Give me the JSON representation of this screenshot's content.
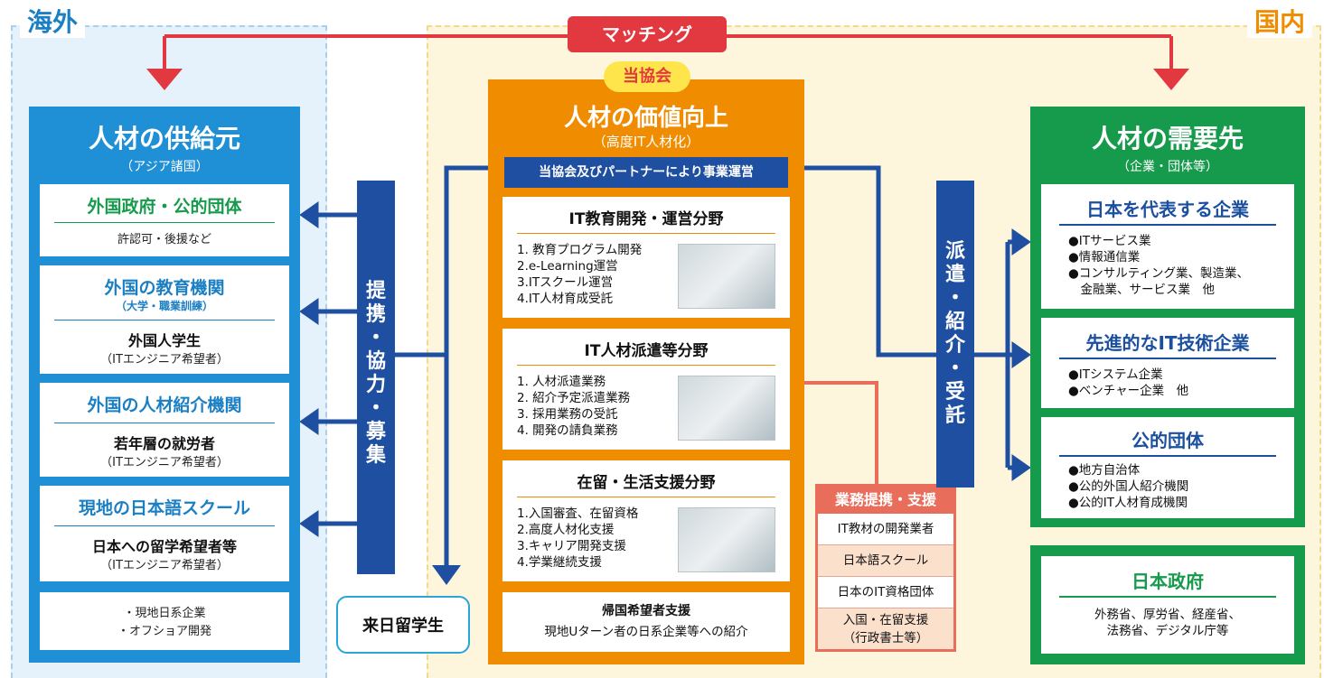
{
  "regions": {
    "overseas": "海外",
    "domestic": "国内"
  },
  "matching": "マッチング",
  "supply": {
    "title": "人材の供給元",
    "subtitle": "（アジア諸国）",
    "cards": [
      {
        "title": "外国政府・公的団体",
        "body": "許認可・後援など"
      },
      {
        "title": "外国の教育機関",
        "note": "（大学・職業訓練）",
        "main": "外国人学生",
        "sub": "（ITエンジニア希望者）"
      },
      {
        "title": "外国の人材紹介機関",
        "main": "若年層の就労者",
        "sub": "（ITエンジニア希望者）"
      },
      {
        "title": "現地の日本語スクール",
        "main": "日本への留学希望者等",
        "sub": "（ITエンジニア希望者）"
      }
    ],
    "bottom": [
      "・現地日系企業",
      "・オフショア開発"
    ]
  },
  "cooperate_bar": [
    "提",
    "携",
    "・",
    "協",
    "力",
    "・",
    "募",
    "集"
  ],
  "students": "来日留学生",
  "association": {
    "badge": "当協会",
    "title": "人材の価値向上",
    "subtitle": "（高度IT人材化）",
    "operated_by": "当協会及びパートナーにより事業運営",
    "fields": [
      {
        "title": "IT教育開発・運営分野",
        "items": [
          "1. 教育プログラム開発",
          "2.e-Learning運営",
          "3.ITスクール運営",
          "4.IT人材育成受託"
        ]
      },
      {
        "title": "IT人材派遣等分野",
        "items": [
          "1. 人材派遣業務",
          "2. 紹介予定派遣業務",
          "3. 採用業務の受託",
          "4. 開発の請負業務"
        ]
      },
      {
        "title": "在留・生活支援分野",
        "items": [
          "1.入国審査、在留資格",
          "2.高度人材化支援",
          "3.キャリア開発支援",
          "4.学業継続支援"
        ]
      }
    ],
    "return": {
      "title": "帰国希望者支援",
      "body": "現地Uターン者の日系企業等への紹介"
    }
  },
  "partners": {
    "title": "業務提携・支援",
    "rows": [
      "IT教材の開発業者",
      "日本語スクール",
      "日本のIT資格団体",
      "入国・在留支援",
      "（行政書士等）"
    ]
  },
  "dispatch_bar": [
    "派",
    "遣",
    "・",
    "紹",
    "介",
    "・",
    "受",
    "託"
  ],
  "demand": {
    "title": "人材の需要先",
    "subtitle": "（企業・団体等）",
    "cards": [
      {
        "title": "日本を代表する企業",
        "items": [
          "●ITサービス業",
          "●情報通信業",
          "●コンサルティング業、製造業、",
          "　金融業、サービス業　他"
        ]
      },
      {
        "title": "先進的なIT技術企業",
        "items": [
          "●ITシステム企業",
          "●ベンチャー企業　他"
        ]
      },
      {
        "title": "公的団体",
        "items": [
          "●地方自治体",
          "●公的外国人紹介機関",
          "●公的IT人材育成機関"
        ]
      }
    ],
    "government": {
      "title": "日本政府",
      "lines": [
        "外務省、厚労省、経産省、",
        "法務省、デジタル庁等"
      ]
    }
  },
  "colors": {
    "blue": "#1f8fd6",
    "navy": "#1f4fa0",
    "orange": "#f08c00",
    "green": "#169a4b",
    "red": "#e2383f",
    "coral": "#e96d5b"
  }
}
